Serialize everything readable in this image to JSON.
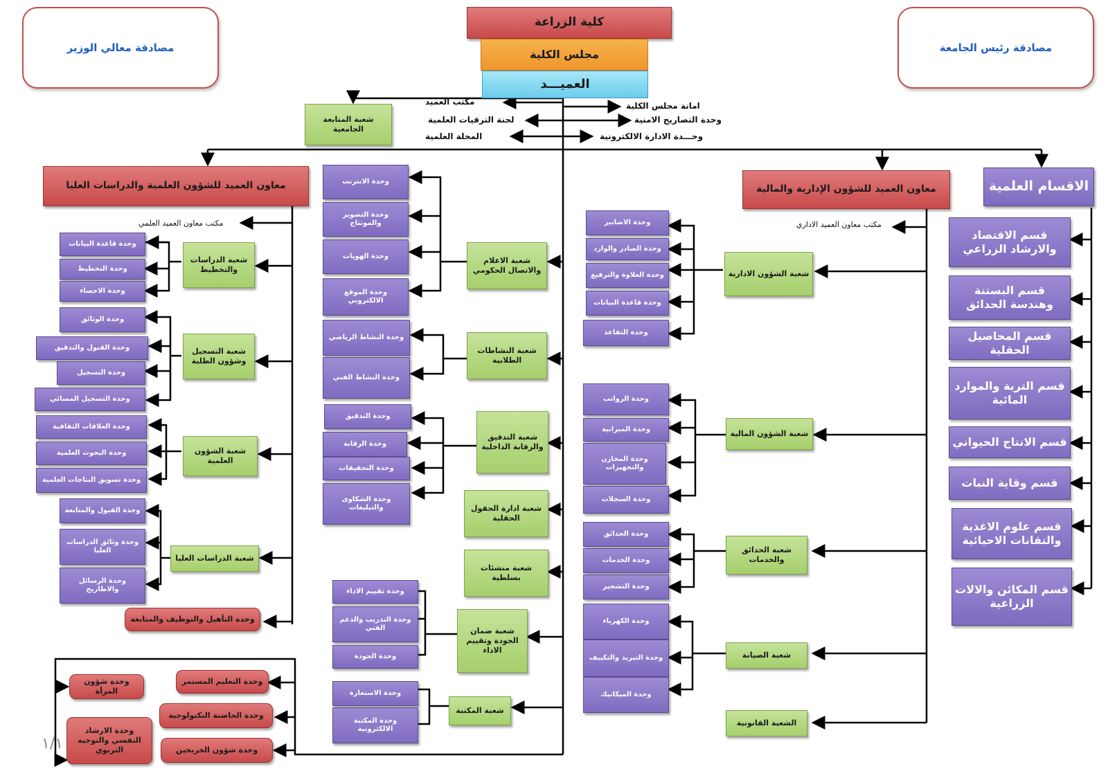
{
  "approvals": {
    "minister": "مصادقة معالي الوزير",
    "president": "مصادقة رئيس الجامعة"
  },
  "top": {
    "college": "كلية الزراعة",
    "council": "مجلس الكلية",
    "dean": "العميـــد"
  },
  "dean_links": {
    "followup": "شعبة المتابعة الجامعية",
    "office": "مكتب العميد",
    "promotions": "لجنة الترقيات العلمية",
    "journal": "المجلة العلمية",
    "council_secretariat": "امانة مجلس الكلية",
    "permits": "وحدة التصاريح الامنية",
    "eadmin": "وحـــدة الادارة الالكترونية"
  },
  "scientific": {
    "header": "معاون العميد للشؤون العلمية والدراسات العليا",
    "office": "مكتب معاون العميد العلمي",
    "branches": [
      {
        "name": "شعبة الدراسات والتخطيط",
        "units": [
          "وحدة قاعدة البيانات",
          "وحدة التخطيط",
          "وحدة الاحصاء"
        ]
      },
      {
        "name": "شعبة التسجيل وشؤون الطلبة",
        "units": [
          "وحدة الوثائق",
          "وحدة القبول والتدقيق",
          "وحدة التسجيل",
          "وحدة التسجيل المسائي"
        ]
      },
      {
        "name": "شعبة الشؤون العلمية",
        "units": [
          "وحدة العلاقات الثقافية",
          "وحدة البحوث العلمية",
          "وحدة تسويق النتاجات العلمية"
        ]
      },
      {
        "name": "شعبة الدراسات العليا",
        "units": [
          "وحدة القبول والمتابعة",
          "وحدة وثائق الدراسات العليا",
          "وحدة الرسائل والاطاريح"
        ]
      }
    ],
    "qualification": "وحدة التأهيل والتوظيف والمتابعة"
  },
  "bottom_units": {
    "continuing": "وحدة التعليم المستمر",
    "women": "وحدة شؤون المرأة",
    "tech_incubator": "وحدة الحاضنة التكنولوجية",
    "counseling": "وحدة الارشاد النفسي والتوجيه التربوي",
    "alumni": "وحدة شؤون الخريجين"
  },
  "center": {
    "media": {
      "name": "شعبة الاعلام والاتصال الحكومي",
      "units": [
        "وحدة الانترنت",
        "وحدة التصوير والمونتاج",
        "وحدة الهويات",
        "وحدة الموقع الالكتروني"
      ]
    },
    "activities": {
      "name": "شعبة النشاطات الطلابية",
      "units": [
        "وحدة النشاط الرياضي",
        "وحدة النشاط الفني"
      ]
    },
    "audit": {
      "name": "شعبة التدقيق والرقابة الداخلية",
      "units": [
        "وحدة التدقيق",
        "وحدة الرقابة",
        "وحدة التحقيقات",
        "وحدة الشكاوى والتبليغات"
      ]
    },
    "fields": "شعبة ادارة الحقول الحقلية",
    "constructions": "شعبة منشئات بسلطية",
    "quality": {
      "name": "شعبة ضمان الجودة وتقييم الاداء",
      "units": [
        "وحدة تقييم الاداء",
        "وحدة التدريب والدعم الفني",
        "وحدة الجودة"
      ]
    },
    "library": {
      "name": "شعبة المكتبة",
      "units": [
        "وحدة الاستعارة",
        "وحدة المكتبة الالكترونية"
      ]
    }
  },
  "admin": {
    "header": "معاون العميد للشؤون الإدارية والمالية",
    "office": "مكتب معاون العميد الاداري",
    "admin_affairs": {
      "name": "شعبة الشؤون الادارية",
      "units": [
        "وحدة الاضابير",
        "وحدة الصادر والوارد",
        "وحدة العلاوة والترفيع",
        "وحدة قاعدة البيانات",
        "وحدة التقاعد"
      ]
    },
    "finance": {
      "name": "شعبة الشؤون المالية",
      "units": [
        "وحدة الرواتب",
        "وحدة الميزانية",
        "وحدة المخازن والتجهيزات",
        "وحدة السجلات"
      ]
    },
    "gardens": {
      "name": "شعبة الحدائق والخدمات",
      "units": [
        "وحدة الحدائق",
        "وحدة الخدمات",
        "وحدة التشجير"
      ]
    },
    "maintenance": {
      "name": "شعبة الصيانة",
      "units": [
        "وحدة الكهرباء",
        "وحدة التبريد والتكييف",
        "وحدة الميكانيك"
      ]
    },
    "legal": "الشعبة القانونية"
  },
  "departments": {
    "header": "الاقسام العلمية",
    "items": [
      "قسم الاقتصاد والارشاد الزراعي",
      "قسم البستنة وهندسة الحدائق",
      "قسم المحاصيل الحقلية",
      "قسم التربة والموارد المائية",
      "قسم الانتاج الحيواني",
      "قسم وقاية النبات",
      "قسم علوم الاغذية والتقانات الاحيائية",
      "قسم المكائن والالات الزراعية"
    ]
  },
  "page_mark": "١/١"
}
